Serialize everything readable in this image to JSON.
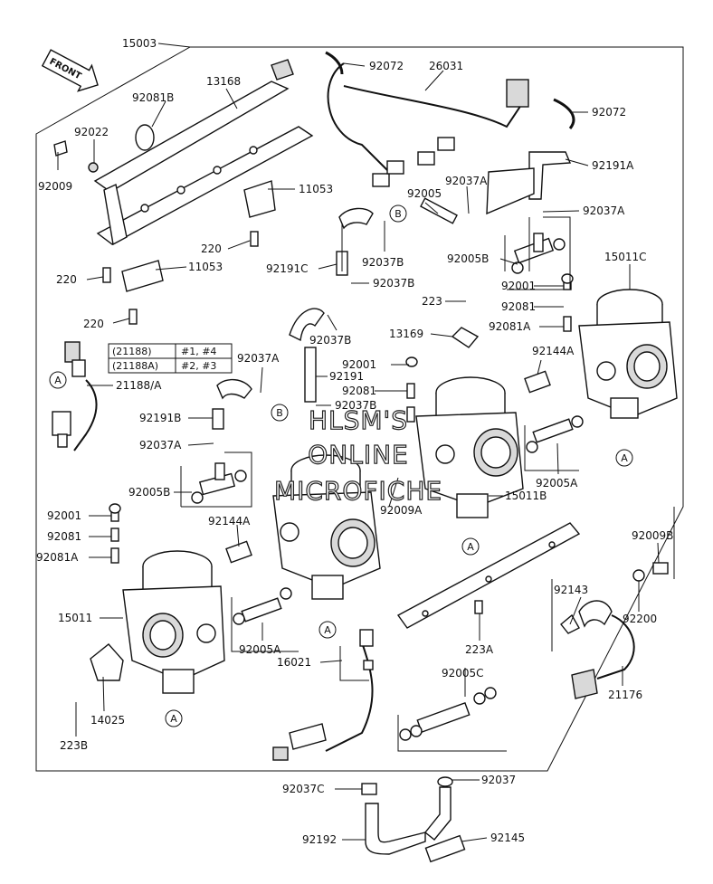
{
  "front_label": "FRONT",
  "watermark": [
    "HLSM'S",
    "ONLINE",
    "MICROFICHE"
  ],
  "callouts": {
    "c15003": "15003",
    "c92081B": "92081B",
    "c13168": "13168",
    "c92022": "92022",
    "c92009": "92009",
    "c11053a": "11053",
    "c220a": "220",
    "c220b": "220",
    "c11053b": "11053",
    "c220c": "220",
    "c92072a": "92072",
    "c26031": "26031",
    "c92072b": "92072",
    "c92191A": "92191A",
    "c92037Aa": "92037A",
    "c92005": "92005",
    "c92037Ab": "92037A",
    "c92191C": "92191C",
    "c92037Ba": "92037B",
    "c92005B_r": "92005B",
    "c15011C": "15011C",
    "c92037Bb": "92037B",
    "c223": "223",
    "c92001a": "92001",
    "c92081a": "92081",
    "c13169": "13169",
    "c92081Aa": "92081A",
    "c92037Bc": "92037B",
    "c92144Aa": "92144A",
    "c92191": "92191",
    "c92001b": "92001",
    "c92037Ac": "92037A",
    "c92081b": "92081",
    "c21188A": "21188/A",
    "c92037Bd": "92037B",
    "c92191B": "92191B",
    "c92037Ad": "92037A",
    "c92005B_l": "92005B",
    "c92009A": "92009A",
    "c15011B": "15011B",
    "c92005Aa": "92005A",
    "c92001c": "92001",
    "c92081c": "92081",
    "c92081Ab": "92081A",
    "c92144Ab": "92144A",
    "c92009B": "92009B",
    "c92143": "92143",
    "c15011": "15011",
    "c92200": "92200",
    "c223A": "223A",
    "c92005Ab": "92005A",
    "c16021": "16021",
    "c92005C": "92005C",
    "c21176": "21176",
    "c14025": "14025",
    "c223B": "223B",
    "c92037C": "92037C",
    "c92037": "92037",
    "c92192": "92192",
    "c92145": "92145"
  },
  "ref_marks": {
    "A": "A",
    "B": "B"
  },
  "table": {
    "rows": [
      {
        "part": "(21188)",
        "cyl": "#1, #4"
      },
      {
        "part": "(21188A)",
        "cyl": "#2, #3"
      }
    ]
  }
}
